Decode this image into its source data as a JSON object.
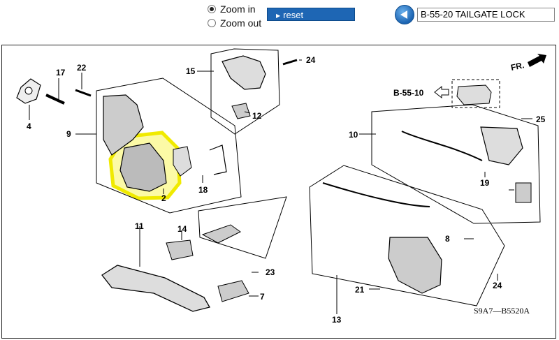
{
  "toolbar": {
    "zoom_in_label": "Zoom in",
    "zoom_out_label": "Zoom out",
    "selected_zoom": "Zoom in",
    "reset_label": "reset",
    "diagram_title": "B-55-20 TAILGATE LOCK"
  },
  "diagram": {
    "direction_label": "FR.",
    "reference_label": "B-55-10",
    "drawing_code": "S9A7—B5520A",
    "part_numbers": [
      "2",
      "4",
      "7",
      "8",
      "9",
      "10",
      "11",
      "12",
      "13",
      "14",
      "15",
      "17",
      "18",
      "19",
      "21",
      "22",
      "23",
      "24",
      "24",
      "25"
    ],
    "highlight_color": "#f5f000"
  }
}
